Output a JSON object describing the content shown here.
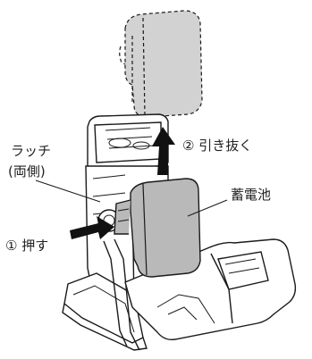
{
  "figure": {
    "labels": {
      "latch_line1": "ラッチ",
      "latch_line2": "(両側)",
      "step2_pull_out": "② 引き抜く",
      "battery": "蓄電池",
      "step1_push": "① 押す"
    },
    "colors": {
      "stroke": "#1a1a1a",
      "ghost_fill": "#d2d2d2",
      "battery_fill": "#b9b9b9",
      "body_fill": "#ffffff",
      "arrow_fill": "#111111"
    },
    "icons": [
      "arrow-up-icon",
      "arrow-right-icon"
    ]
  }
}
